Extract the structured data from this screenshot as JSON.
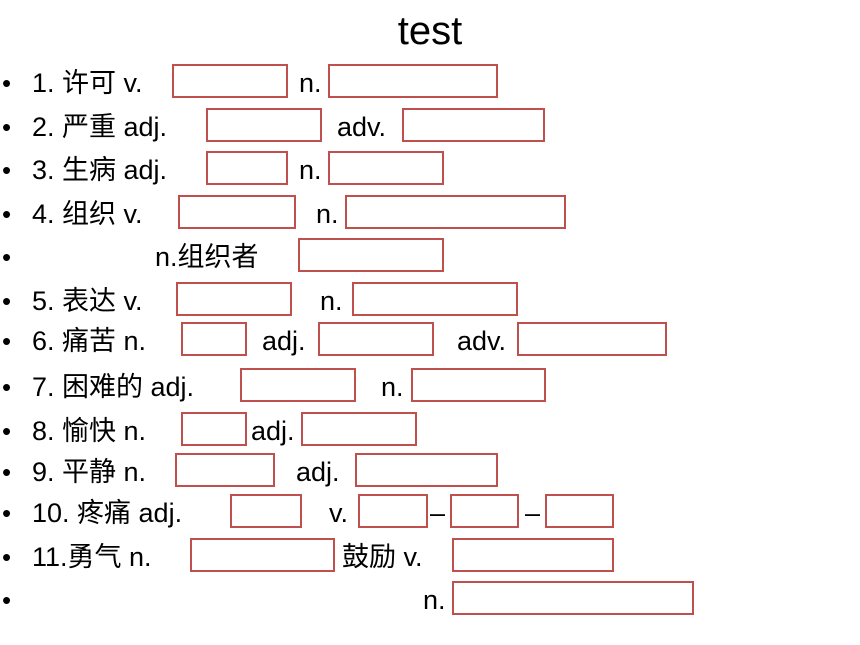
{
  "title": "test",
  "bullet": "•",
  "rows": [
    {
      "parts": [
        "1. 许可 v.",
        "n."
      ]
    },
    {
      "parts": [
        "2. 严重 adj.",
        "adv."
      ]
    },
    {
      "parts": [
        "3. 生病 adj.",
        "n."
      ]
    },
    {
      "parts": [
        "4. 组织 v.",
        "n."
      ]
    },
    {
      "parts": [
        "n.组织者"
      ]
    },
    {
      "parts": [
        "5. 表达 v.",
        "n."
      ]
    },
    {
      "parts": [
        "6. 痛苦 n.",
        "adj.",
        "adv."
      ]
    },
    {
      "parts": [
        "7. 困难的 adj.",
        "n."
      ]
    },
    {
      "parts": [
        "8. 愉快  n.",
        "adj."
      ]
    },
    {
      "parts": [
        "9. 平静 n.",
        "adj."
      ]
    },
    {
      "parts": [
        "10. 疼痛  adj.",
        "v.",
        "–",
        "–"
      ]
    },
    {
      "parts": [
        "11.勇气 n.",
        "鼓励 v."
      ]
    },
    {
      "parts": [
        "n."
      ]
    }
  ],
  "colors": {
    "blank_border": "#c0504d",
    "background": "#ffffff",
    "text": "#000000"
  }
}
